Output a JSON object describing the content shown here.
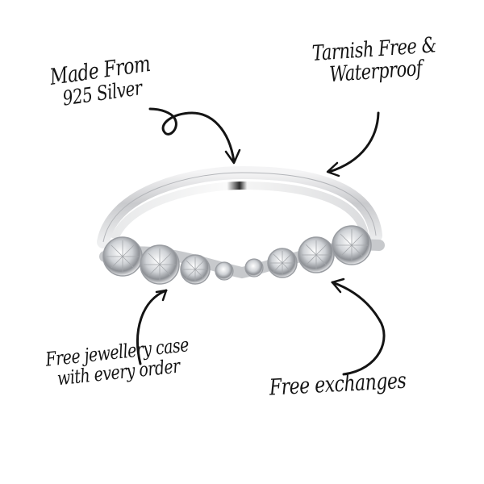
{
  "product": {
    "name": "Silver diamond-style eternity band ring",
    "stone_count": 8,
    "metal_color": "#d9dadc"
  },
  "annotations": [
    {
      "id": "material",
      "lines": [
        "Made From",
        "925 Silver"
      ]
    },
    {
      "id": "tarnish",
      "lines": [
        "Tarnish Free &",
        "Waterproof"
      ]
    },
    {
      "id": "case",
      "lines": [
        "Free jewellery case",
        "with every order"
      ]
    },
    {
      "id": "exchanges",
      "lines": [
        "Free exchanges"
      ]
    }
  ],
  "colors": {
    "ink": "#141414",
    "background": "#ffffff"
  }
}
